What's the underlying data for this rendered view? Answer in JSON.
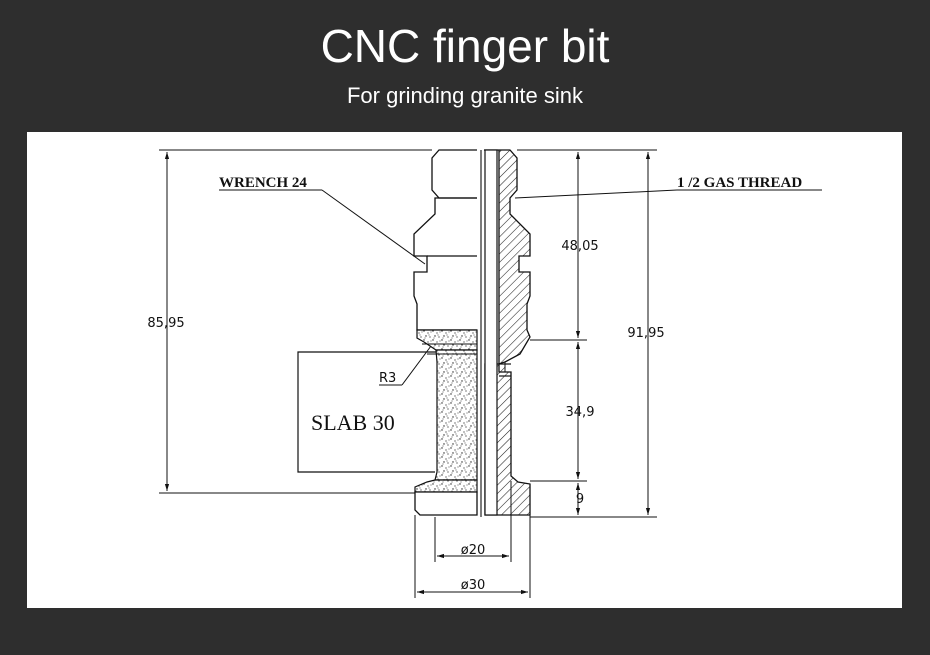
{
  "header": {
    "title": "CNC finger bit",
    "subtitle": "For grinding granite sink"
  },
  "drawing": {
    "labels": {
      "wrench": "WRENCH 24",
      "thread": "1 /2 GAS THREAD",
      "slab": "SLAB 30",
      "radius": "R3"
    },
    "dimensions": {
      "overall_left": "85,95",
      "overall_right": "91,95",
      "upper": "48,05",
      "middle": "34,9",
      "lower": "9",
      "dia_inner": "ø20",
      "dia_outer": "ø30"
    },
    "colors": {
      "background": "#2e2e2e",
      "panel": "#ffffff",
      "ink": "#111111"
    }
  }
}
